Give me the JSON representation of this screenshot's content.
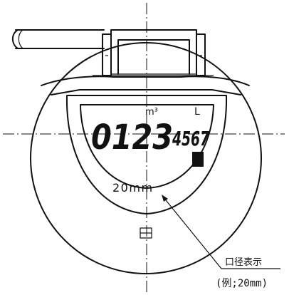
{
  "display": {
    "digits_large": "0123",
    "digits_small": "4567",
    "unit_m3": "m³",
    "unit_liter": "L"
  },
  "bore_size_label": "20mm",
  "callout": {
    "title": "口径表示",
    "example": "(例;20mm)"
  }
}
